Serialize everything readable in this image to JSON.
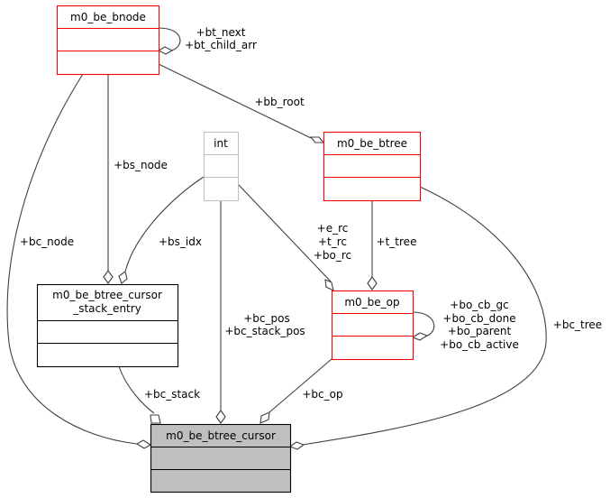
{
  "diagram": {
    "type": "collaboration-diagram",
    "classes": {
      "bnode": {
        "name": "m0_be_bnode",
        "border": "#ff0000"
      },
      "int": {
        "name": "int",
        "border": "#bfbfbf"
      },
      "btree": {
        "name": "m0_be_btree",
        "border": "#ff0000"
      },
      "stack_entry": {
        "name_line1": "m0_be_btree_cursor",
        "name_line2": "_stack_entry",
        "border": "#000000"
      },
      "op": {
        "name": "m0_be_op",
        "border": "#ff0000"
      },
      "cursor": {
        "name": "m0_be_btree_cursor",
        "border": "#000000",
        "fill": "#bfbfbf"
      }
    },
    "edges": {
      "bnode_self": [
        "+bt_next",
        "+bt_child_arr"
      ],
      "bb_root": [
        "+bb_root"
      ],
      "bs_node": [
        "+bs_node"
      ],
      "bc_node": [
        "+bc_node"
      ],
      "bs_idx": [
        "+bs_idx"
      ],
      "int_op": [
        "+e_rc",
        "+t_rc",
        "+bo_rc"
      ],
      "t_tree": [
        "+t_tree"
      ],
      "op_self": [
        "+bo_cb_gc",
        "+bo_cb_done",
        "+bo_parent",
        "+bo_cb_active"
      ],
      "bc_tree": [
        "+bc_tree"
      ],
      "bc_pos": [
        "+bc_pos",
        "+bc_stack_pos"
      ],
      "bc_stack": [
        "+bc_stack"
      ],
      "bc_op": [
        "+bc_op"
      ]
    }
  }
}
